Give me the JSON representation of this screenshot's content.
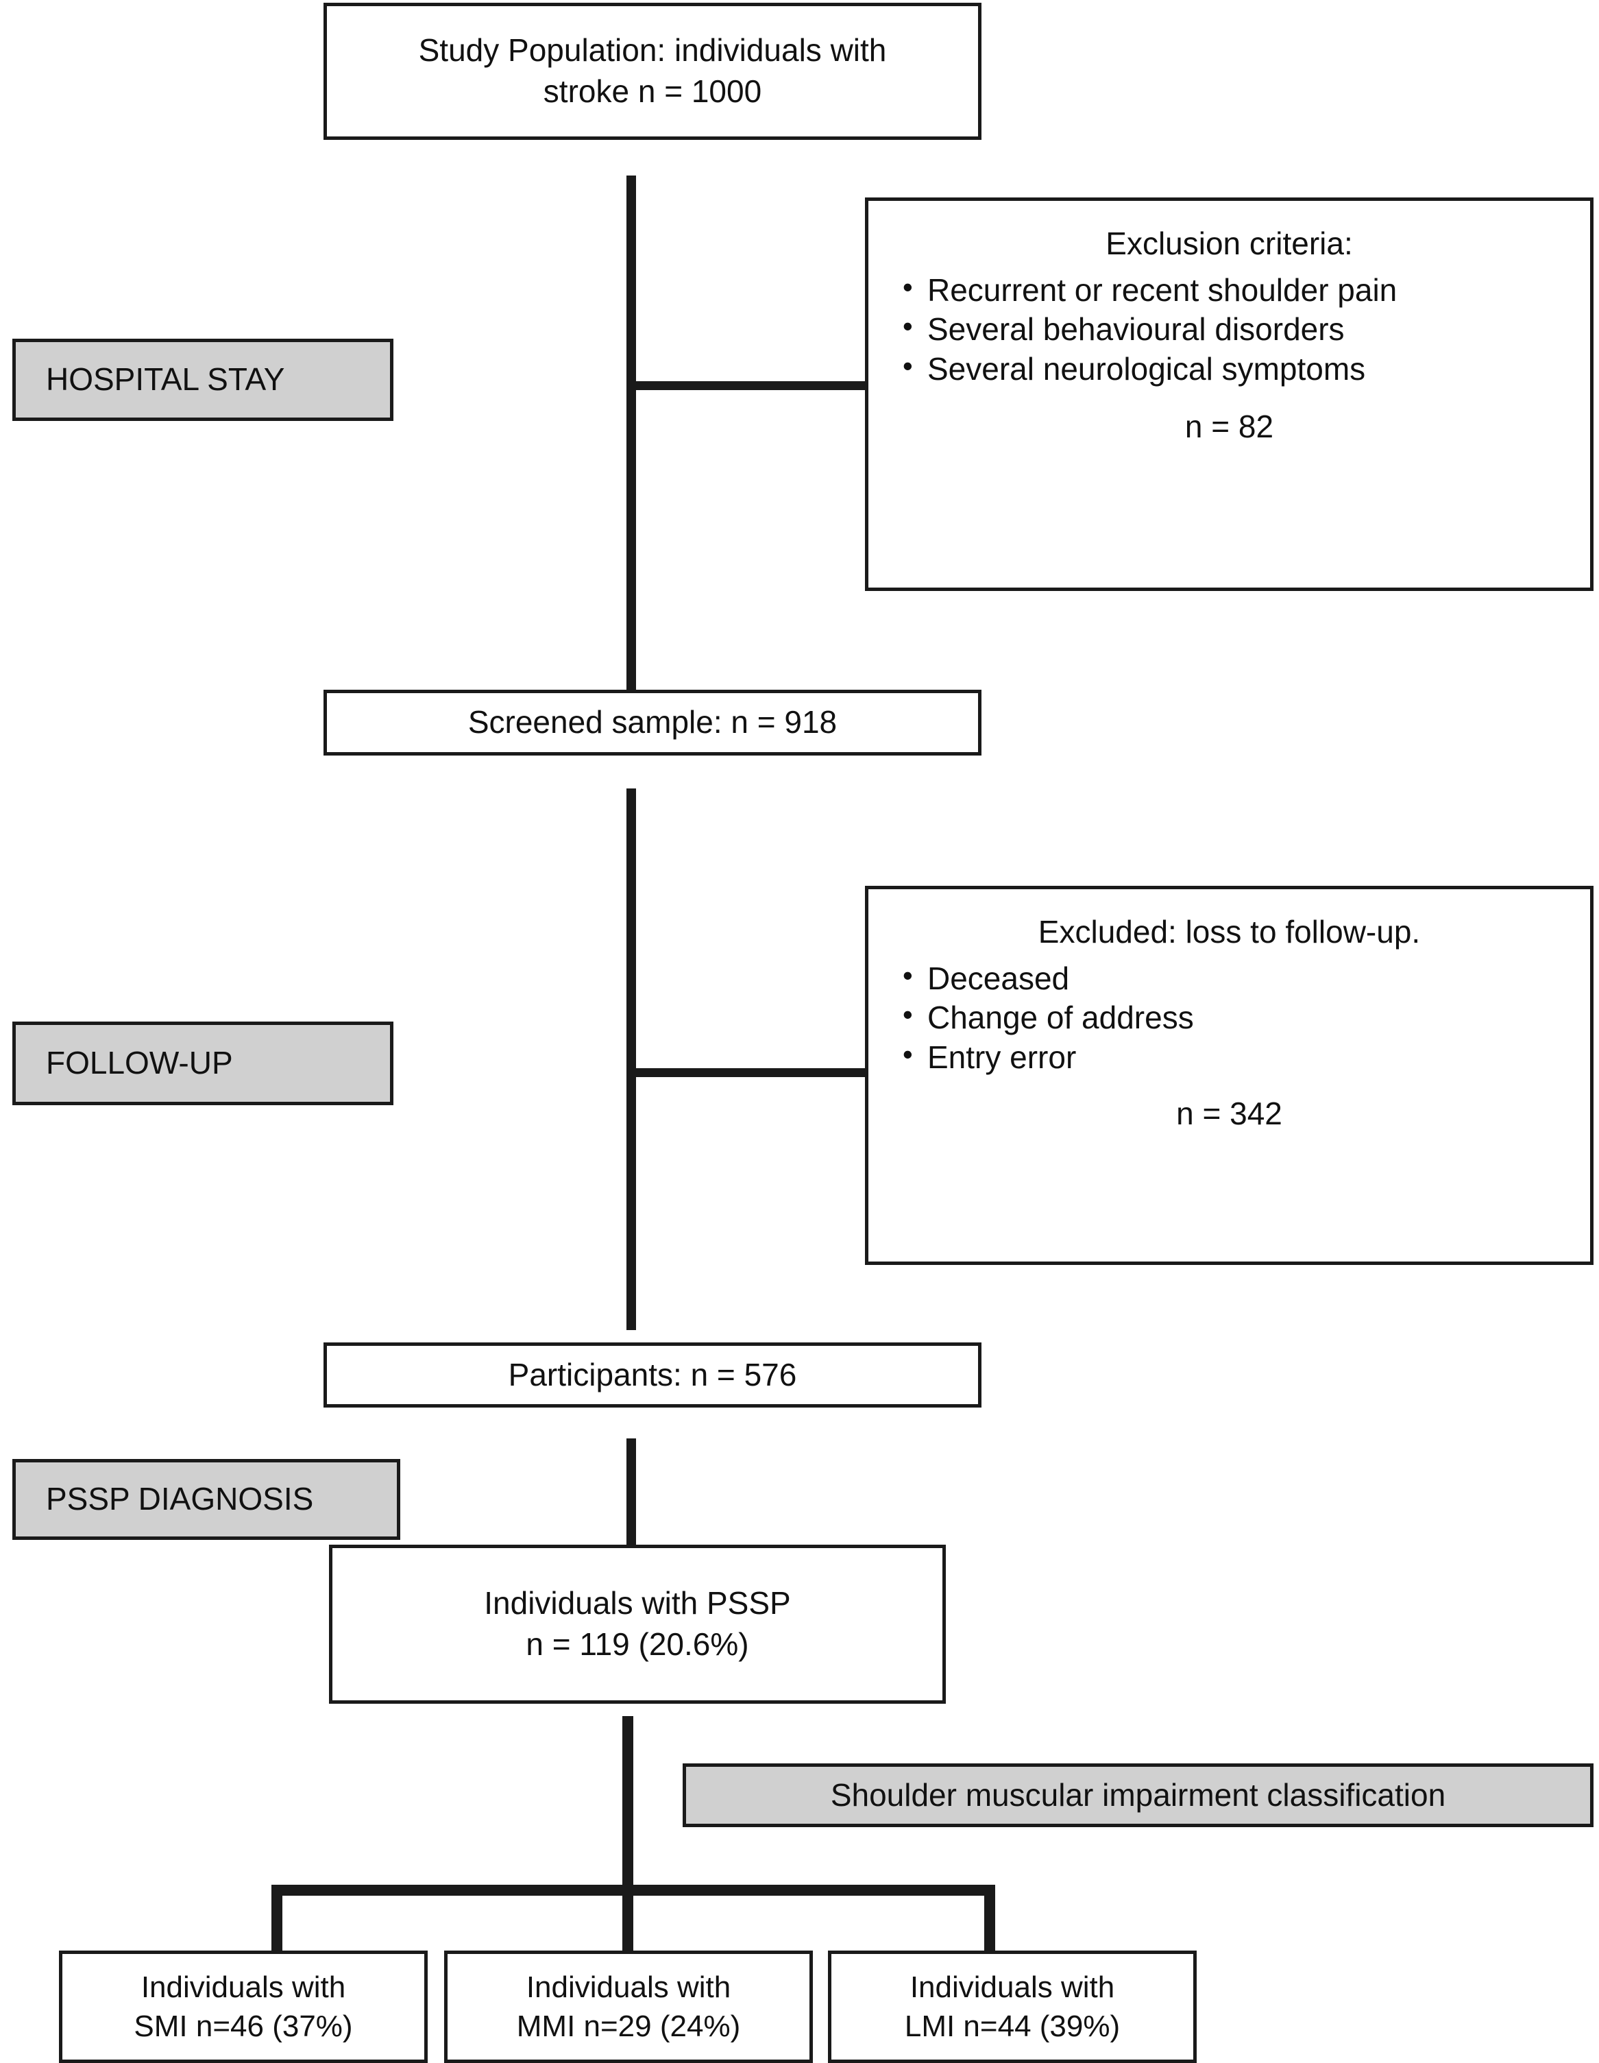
{
  "diagram": {
    "title_box": {
      "line1": "Study Population: individuals with",
      "line2": "stroke n = 1000"
    },
    "stage_labels": {
      "hospital_stay": "HOSPITAL STAY",
      "follow_up": "FOLLOW-UP",
      "pssp_diagnosis": "PSSP DIAGNOSIS",
      "classification": "Shoulder muscular impairment classification"
    },
    "exclusion_hospital": {
      "title": "Exclusion criteria:",
      "items": [
        "Recurrent or recent shoulder pain",
        "Several behavioural disorders",
        "Several neurological symptoms"
      ],
      "n": "n = 82"
    },
    "exclusion_followup": {
      "title": "Excluded: loss to follow-up.",
      "items": [
        "Deceased",
        "Change of address",
        "Entry error"
      ],
      "n": "n = 342"
    },
    "screened_box": {
      "line1": "Screened sample: n = 918"
    },
    "participants_box": {
      "line1": "Participants: n = 576"
    },
    "pssp_box": {
      "line1": "Individuals with PSSP",
      "line2": "n = 119 (20.6%)"
    },
    "outcome_boxes": [
      {
        "line1": "Individuals with",
        "line2": "SMI n=46 (37%)"
      },
      {
        "line1": "Individuals with",
        "line2": "MMI n=29 (24%)"
      },
      {
        "line1": "Individuals with",
        "line2": "LMI n=44 (39%)"
      }
    ],
    "colors": {
      "stroke": "#1a1a1a",
      "gray_fill": "#d0d0d0",
      "background": "#ffffff"
    }
  }
}
